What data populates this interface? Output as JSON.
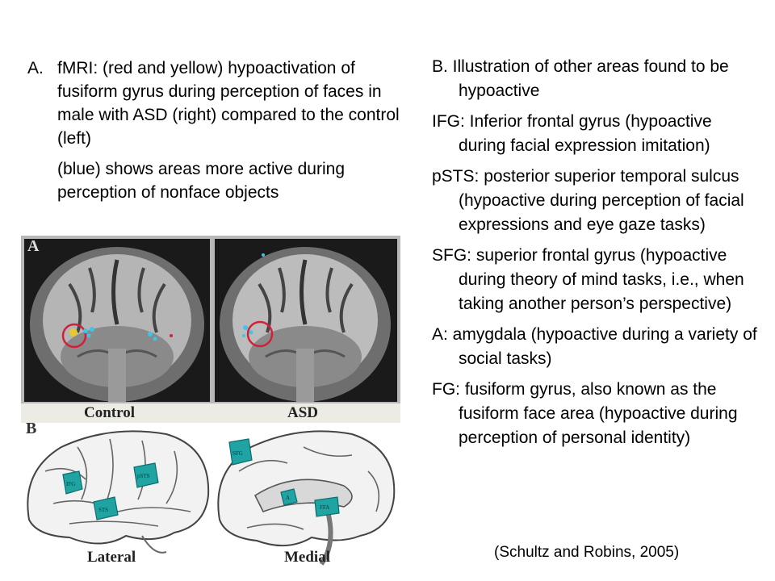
{
  "left": {
    "marker": "A.",
    "paragraphs": [
      "fMRI: (red and yellow) hypoactivation of fusiform gyrus during perception of faces in male with ASD (right) compared to the control (left)",
      "(blue) shows areas more active during perception of nonface objects"
    ]
  },
  "right": {
    "paragraphs": [
      "B. Illustration of other areas found to be hypoactive",
      "IFG: Inferior frontal gyrus (hypoactive during facial expression imitation)",
      "pSTS: posterior superior temporal sulcus (hypoactive during perception of facial expressions and eye gaze tasks)",
      "SFG: superior frontal gyrus (hypoactive during theory of mind tasks, i.e., when taking another person’s perspective)",
      "A: amygdala (hypoactive during a variety of social tasks)",
      "FG: fusiform gyrus, also known as the fusiform face area (hypoactive during perception of personal identity)"
    ],
    "citation": "(Schultz and Robins, 2005)"
  },
  "figure": {
    "panel_a_label": "A",
    "panel_b_label": "B",
    "caption_control": "Control",
    "caption_asd": "ASD",
    "caption_lateral": "Lateral",
    "caption_medial": "Medial",
    "lateral_regions": [
      "IFG",
      "pSTS",
      "STS"
    ],
    "medial_regions": [
      "SFG",
      "A",
      "FFA"
    ],
    "colors": {
      "region_fill": "#1fa3a3",
      "activation_blue": "#3ec5e6",
      "circle_red": "#d0203a"
    }
  }
}
